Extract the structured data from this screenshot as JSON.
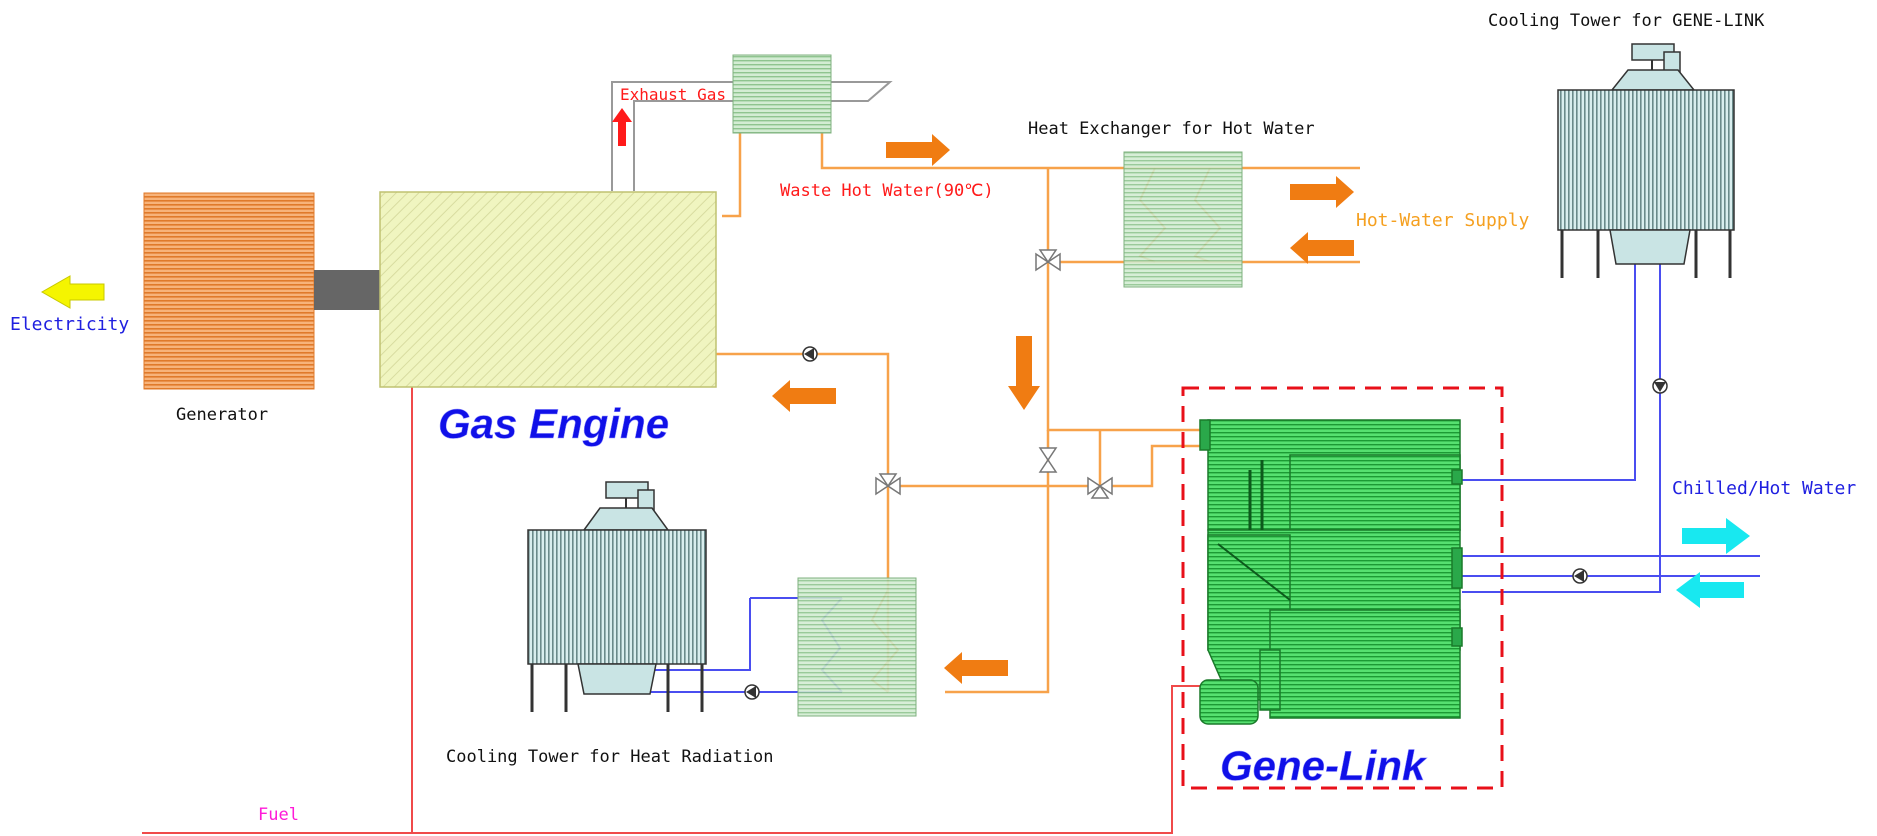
{
  "labels": {
    "cooling_tower_gene_link": "Cooling Tower for GENE-LINK",
    "exhaust_gas": "Exhaust Gas",
    "heat_exchanger_hot_water": "Heat Exchanger for Hot Water",
    "waste_hot_water": "Waste Hot Water(90℃)",
    "hot_water_supply": "Hot-Water Supply",
    "electricity": "Electricity",
    "generator": "Generator",
    "gas_engine": "Gas Engine",
    "chilled_hot_water": "Chilled/Hot Water",
    "cooling_tower_heat_radiation": "Cooling Tower for Heat Radiation",
    "gene_link": "Gene-Link",
    "fuel": "Fuel"
  },
  "colors": {
    "hot_pipe": "#f7a24a",
    "flow_arrow": "#f07c12",
    "cold_pipe": "#4a4ef0",
    "fuel_pipe": "#f04a4a",
    "generator_fill": "#f5a25e",
    "engine_fill": "#f0f5c0",
    "exchanger_fill": "#bfe2bf",
    "gene_link_fill": "#3cd25a",
    "tower_fill": "#c9e4e4",
    "title_blue": "#1010e8",
    "highlight_red": "#e8101a",
    "label_orange": "#f5a020",
    "label_red": "#ff1a1a",
    "label_magenta": "#ff1ad8",
    "electric_yellow": "#f5f500",
    "chilled_cyan": "#18e8f0"
  }
}
